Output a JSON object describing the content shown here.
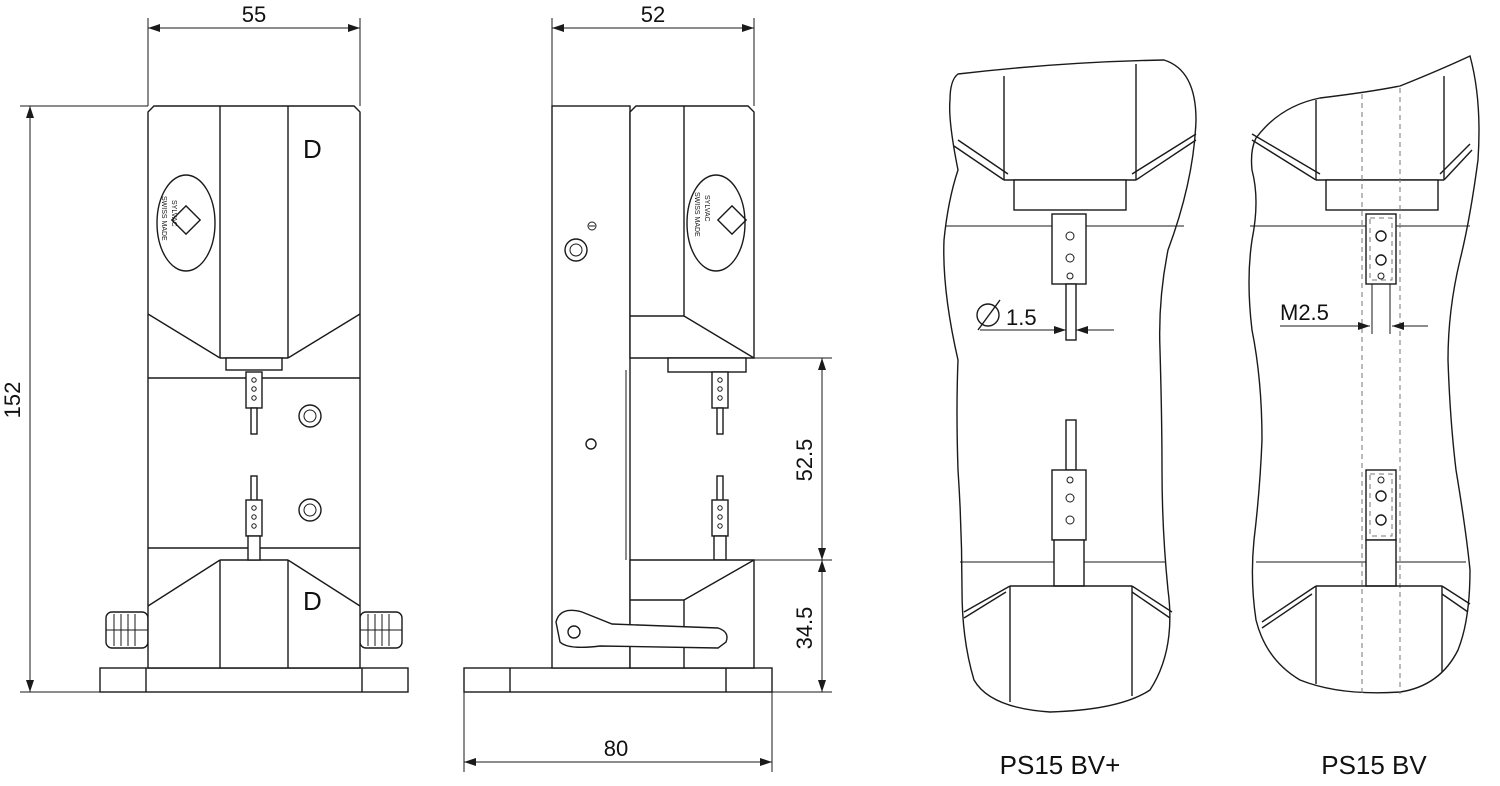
{
  "dimensions": {
    "front_width": "55",
    "side_depth": "52",
    "total_height": "152",
    "base_length": "80",
    "gap_height": "52.5",
    "lower_height": "34.5",
    "pin_diameter": "1.5",
    "thread_size": "M2.5"
  },
  "symbols": {
    "diameter_symbol": "diameter-icon",
    "orientation_mark": "D"
  },
  "captions": {
    "variant_bv_plus": "PS15 BV+",
    "variant_bv": "PS15 BV"
  },
  "logo": {
    "text": "SYLVAC",
    "subtext": "SWISS MADE"
  },
  "colors": {
    "line": "#1a1a1a",
    "hidden_line": "#777777",
    "background": "#ffffff"
  }
}
